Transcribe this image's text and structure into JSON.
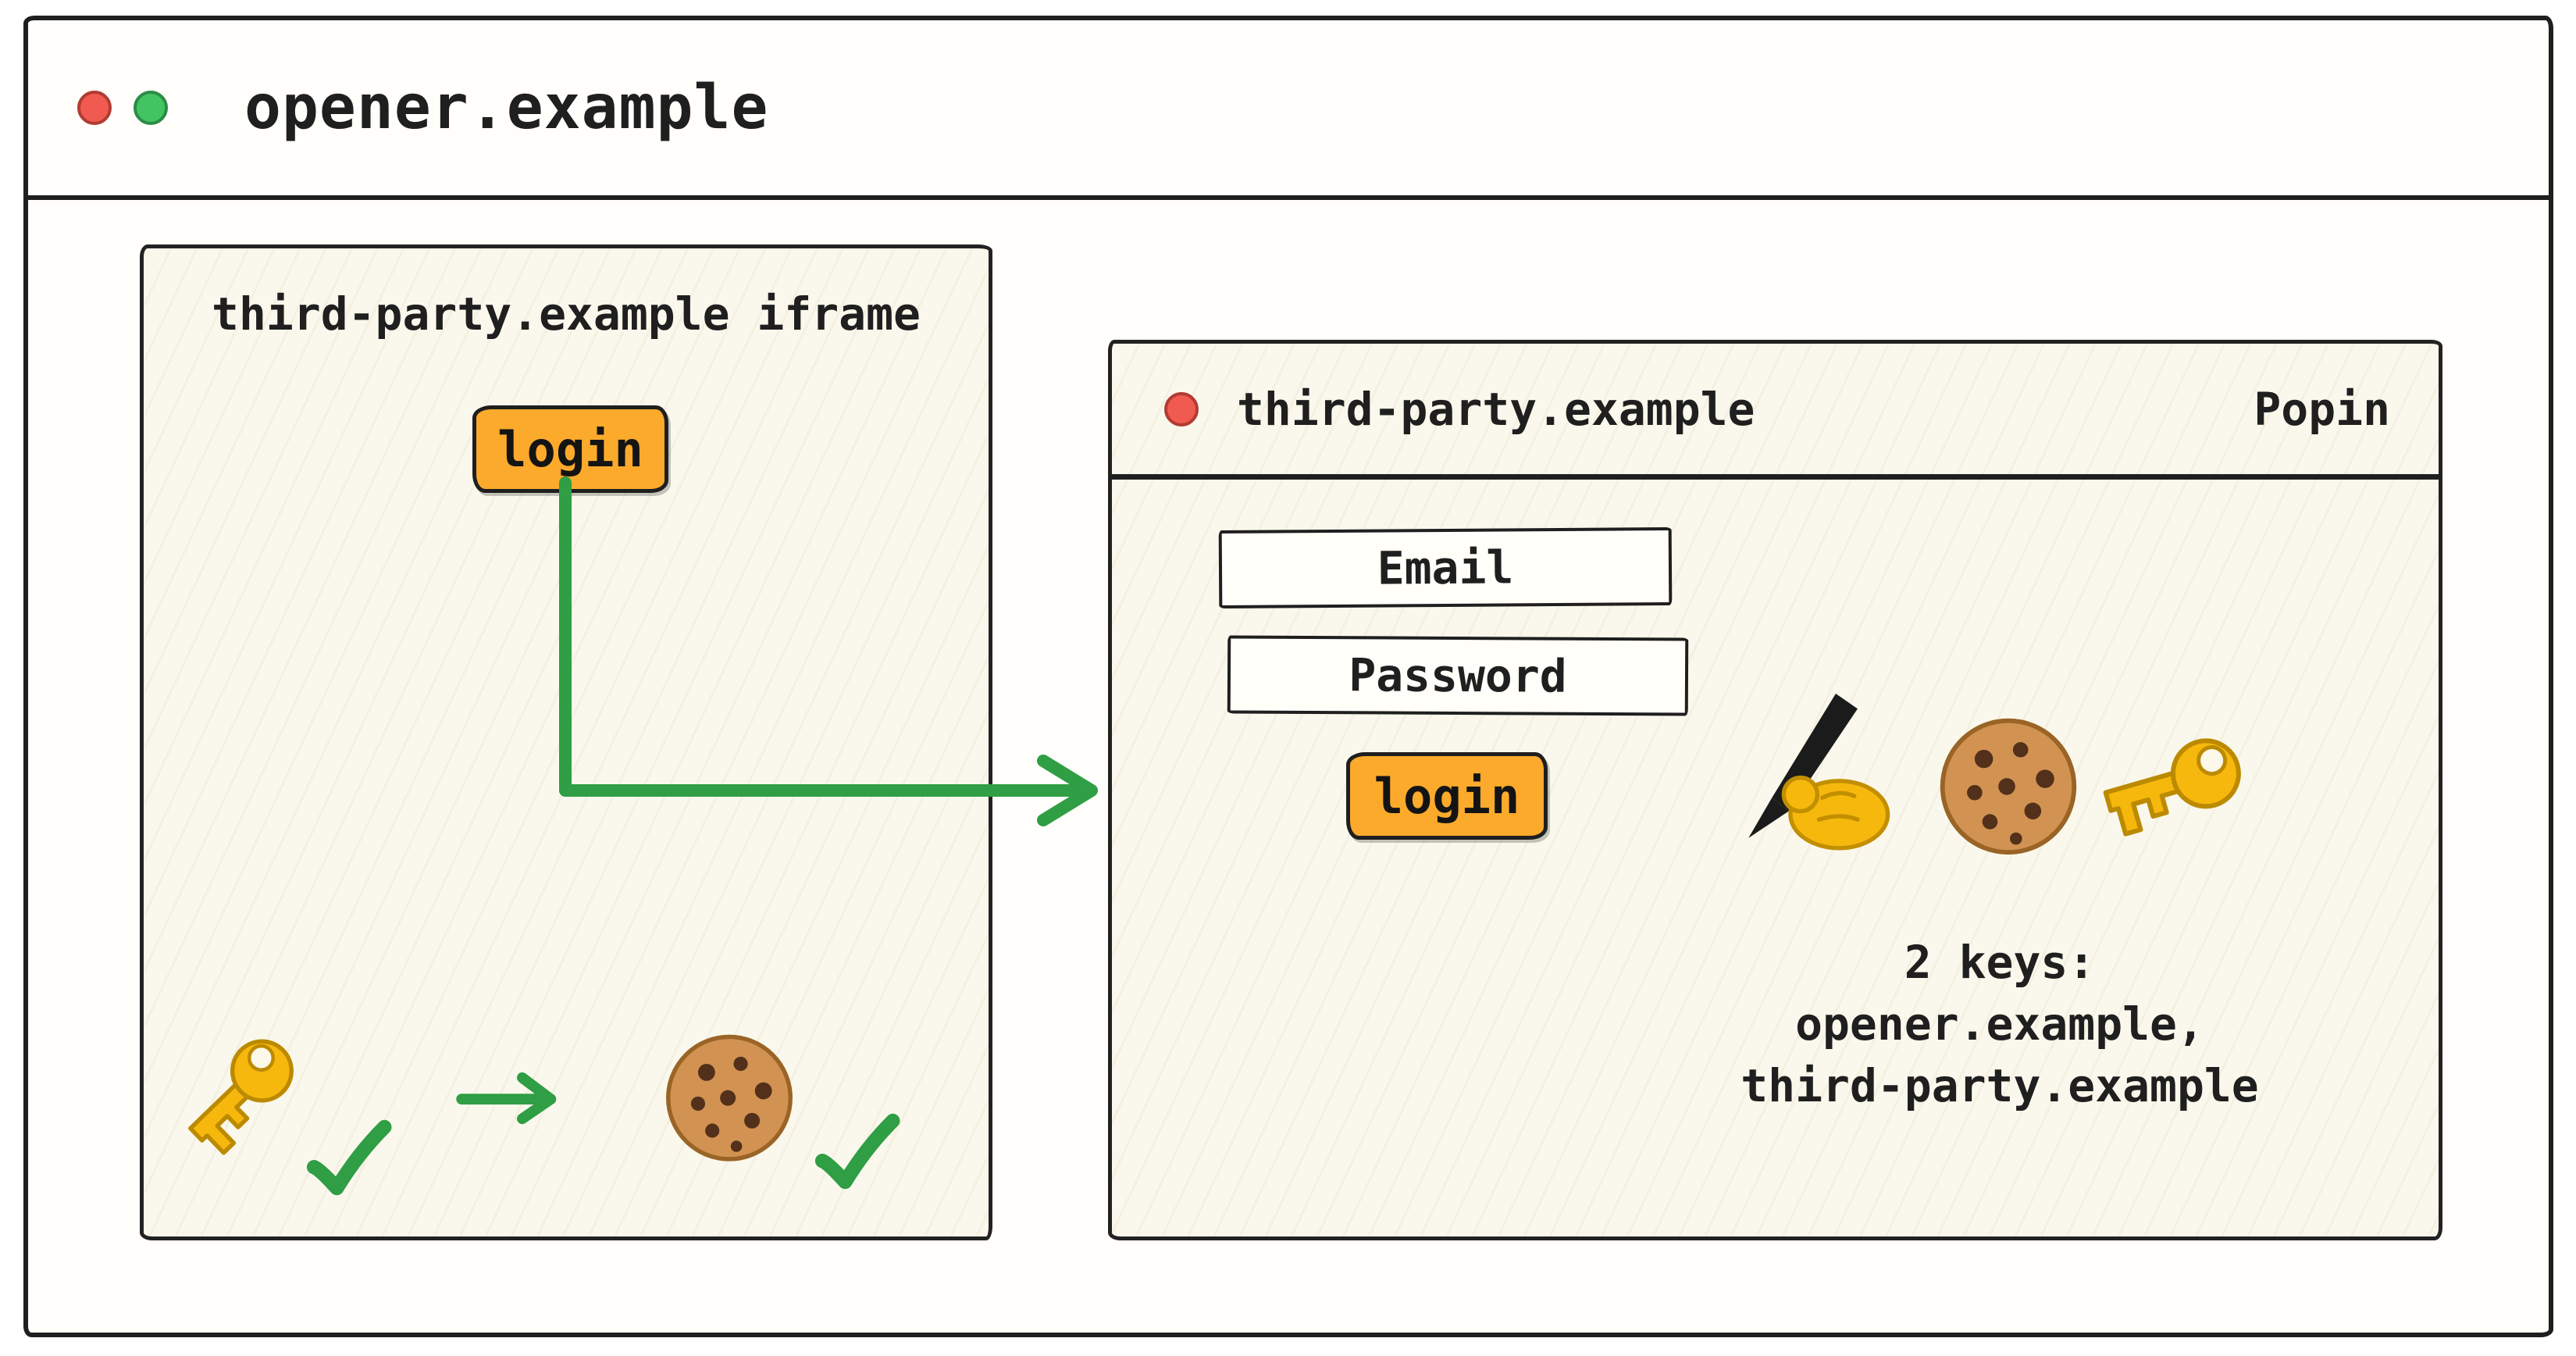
{
  "window": {
    "title": "opener.example"
  },
  "iframe_box": {
    "label": "third-party.example iframe",
    "login_label": "login"
  },
  "popin": {
    "title": "third-party.example",
    "badge": "Popin",
    "email_label": "Email",
    "password_label": "Password",
    "login_label": "login",
    "caption": [
      "2 keys:",
      "opener.example,",
      "third-party.example"
    ]
  },
  "icons": {
    "traffic_lights": [
      "traffic-light-red",
      "traffic-light-green"
    ],
    "iframe_bottom_row": [
      "key-icon",
      "checkmark-icon",
      "arrow-right-icon",
      "cookie-icon",
      "checkmark-icon"
    ],
    "popin_row": [
      "writing-hand-icon",
      "cookie-icon",
      "key-icon"
    ],
    "connector": "login-to-popin-arrow"
  },
  "colors": {
    "accent_green": "#2f9e44",
    "button_orange": "#fcaa2c",
    "ink": "#1f1f1f",
    "panel_cream": "#faf8ec",
    "traffic_red": "#f05a50",
    "traffic_green": "#43c463",
    "gold": "#f6b80d",
    "cookie_brown": "#d29352"
  }
}
